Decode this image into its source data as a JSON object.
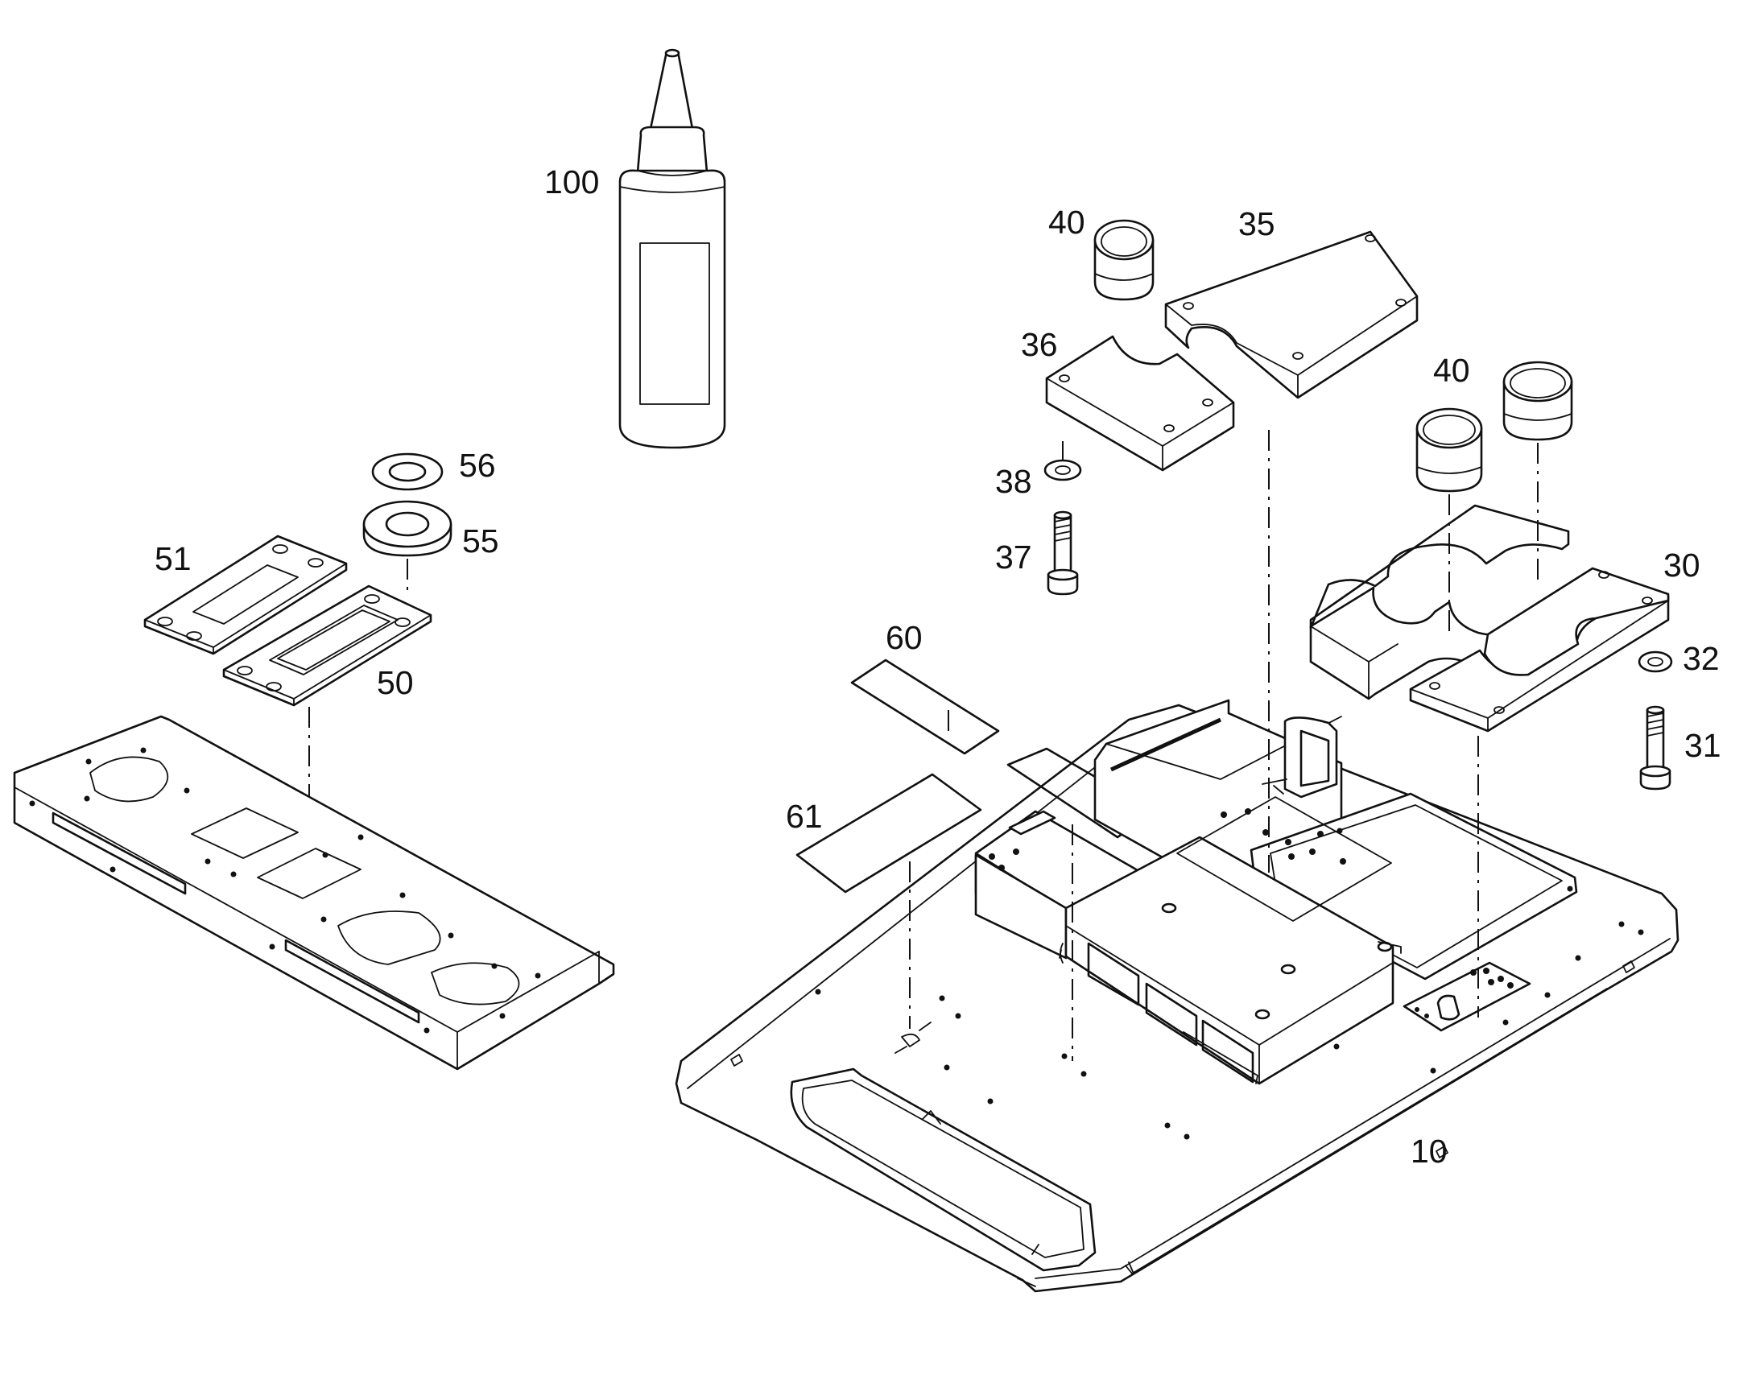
{
  "callouts": {
    "c10": "10",
    "c30": "30",
    "c31": "31",
    "c32": "32",
    "c35": "35",
    "c36": "36",
    "c37": "37",
    "c38": "38",
    "c40a": "40",
    "c40b": "40",
    "c50": "50",
    "c51": "51",
    "c55": "55",
    "c56": "56",
    "c60": "60",
    "c61": "61",
    "c100": "100"
  }
}
